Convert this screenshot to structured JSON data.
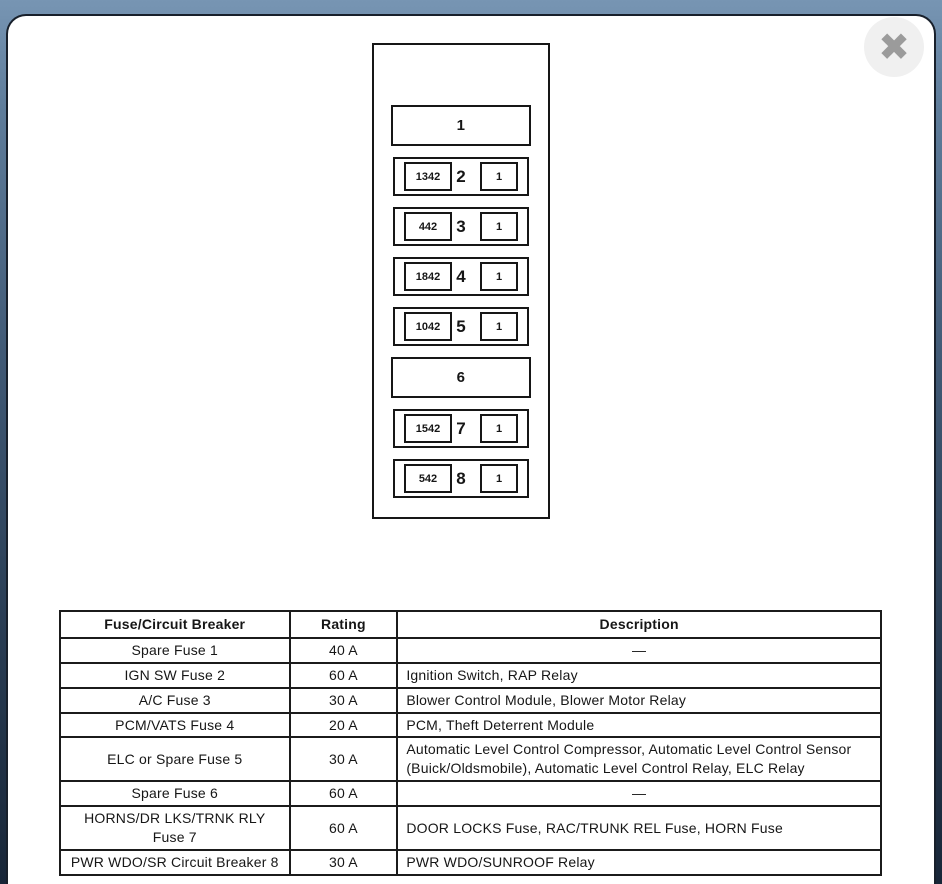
{
  "modal": {
    "close_icon": "✖"
  },
  "colors": {
    "backdrop_top": "#7795b3",
    "backdrop_bottom": "#182638",
    "card_bg": "#ffffff",
    "line": "#161616",
    "close_bg": "#f0f0f0",
    "close_x": "#9b9b9b"
  },
  "diagram": {
    "slots": [
      {
        "type": "wide",
        "label": "1"
      },
      {
        "type": "fuse",
        "label": "2",
        "left_code": "1342",
        "right_code": "1"
      },
      {
        "type": "fuse",
        "label": "3",
        "left_code": "442",
        "right_code": "1"
      },
      {
        "type": "fuse",
        "label": "4",
        "left_code": "1842",
        "right_code": "1"
      },
      {
        "type": "fuse",
        "label": "5",
        "left_code": "1042",
        "right_code": "1"
      },
      {
        "type": "wide",
        "label": "6"
      },
      {
        "type": "fuse",
        "label": "7",
        "left_code": "1542",
        "right_code": "1"
      },
      {
        "type": "fuse",
        "label": "8",
        "left_code": "542",
        "right_code": "1"
      }
    ]
  },
  "table": {
    "header": [
      "Fuse/Circuit Breaker",
      "Rating",
      "Description"
    ],
    "rows": [
      [
        "Spare Fuse 1",
        "40 A",
        "—"
      ],
      [
        "IGN SW Fuse 2",
        "60 A",
        "Ignition Switch, RAP Relay"
      ],
      [
        "A/C Fuse 3",
        "30 A",
        "Blower Control Module, Blower Motor Relay"
      ],
      [
        "PCM/VATS Fuse 4",
        "20 A",
        "PCM, Theft Deterrent Module"
      ],
      [
        "ELC or Spare Fuse 5",
        "30 A",
        "Automatic Level Control Compressor, Automatic Level Control Sensor (Buick/Oldsmobile), Automatic Level Control Relay, ELC Relay"
      ],
      [
        "Spare Fuse 6",
        "60 A",
        "—"
      ],
      [
        "HORNS/DR LKS/TRNK RLY Fuse 7",
        "60 A",
        "DOOR LOCKS Fuse, RAC/TRUNK REL Fuse, HORN Fuse"
      ],
      [
        "PWR WDO/SR Circuit Breaker 8",
        "30 A",
        "PWR WDO/SUNROOF Relay"
      ]
    ]
  }
}
